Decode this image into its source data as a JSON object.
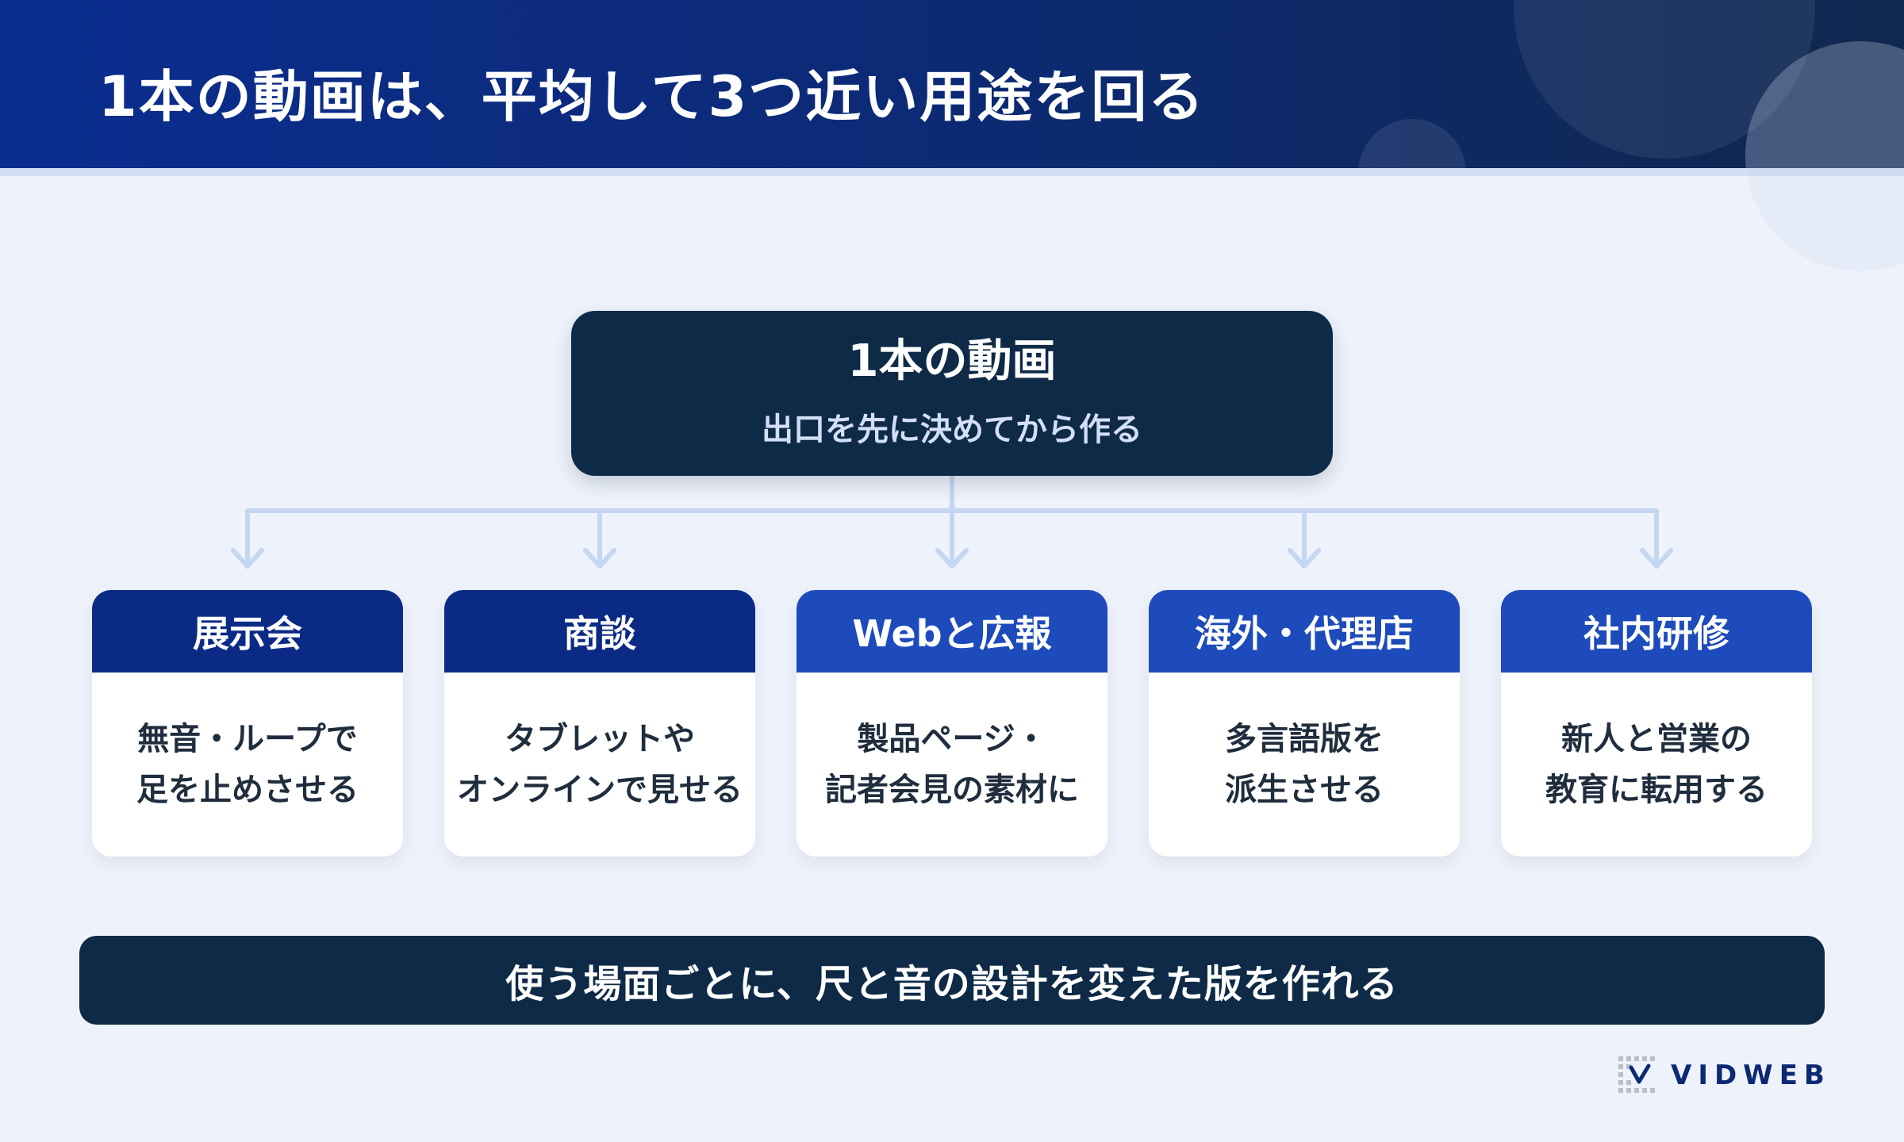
{
  "header": {
    "title": "1本の動画は、平均して3つ近い用途を回る"
  },
  "root": {
    "title": "1本の動画",
    "subtitle": "出口を先に決めてから作る"
  },
  "cards": [
    {
      "head": "展示会",
      "lines": [
        "無音・ループで",
        "足を止めさせる"
      ],
      "head_color": "#0b2a86"
    },
    {
      "head": "商談",
      "lines": [
        "タブレットや",
        "オンラインで見せる"
      ],
      "head_color": "#0b2a86"
    },
    {
      "head": "Webと広報",
      "lines": [
        "製品ページ・",
        "記者会見の素材に"
      ],
      "head_color": "#1d4bbb"
    },
    {
      "head": "海外・代理店",
      "lines": [
        "多言語版を",
        "派生させる"
      ],
      "head_color": "#1d4bbb"
    },
    {
      "head": "社内研修",
      "lines": [
        "新人と営業の",
        "教育に転用する"
      ],
      "head_color": "#1d4bbb"
    }
  ],
  "banner": {
    "text": "使う場面ごとに、尺と音の設計を変えた版を作れる"
  },
  "logo": {
    "text": "VIDWEB"
  },
  "colors": {
    "connector": "#c5d6f2",
    "dark_navy": "#0e2a47",
    "accent_blue": "#1d4bbb"
  }
}
